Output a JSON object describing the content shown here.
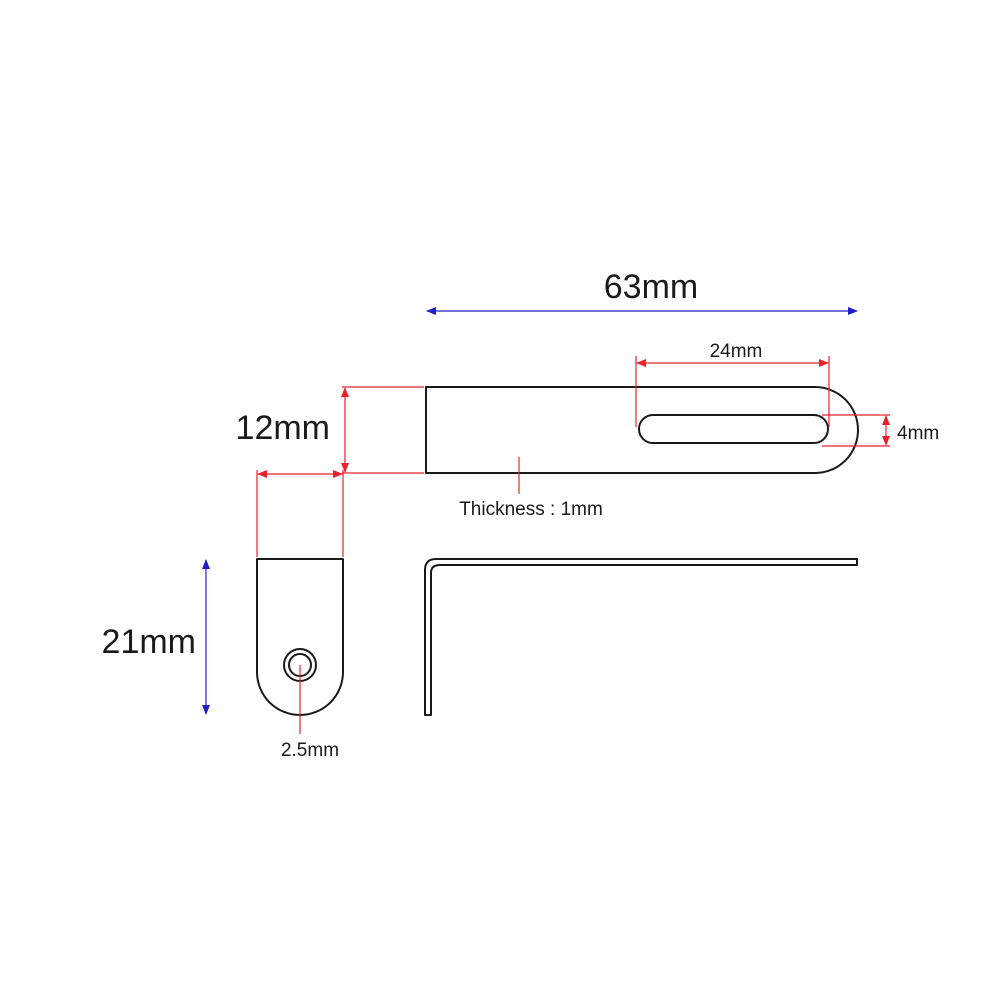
{
  "dimensions": {
    "overall_length": "63mm",
    "slot_length": "24mm",
    "slot_width": "4mm",
    "strip_width": "12mm",
    "thickness": "Thickness : 1mm",
    "tab_height": "21mm",
    "hole_diameter": "2.5mm"
  },
  "colors": {
    "outline": "#1a1a1a",
    "dimension_red": "#e8222a",
    "dimension_blue": "#1f1fc8"
  }
}
